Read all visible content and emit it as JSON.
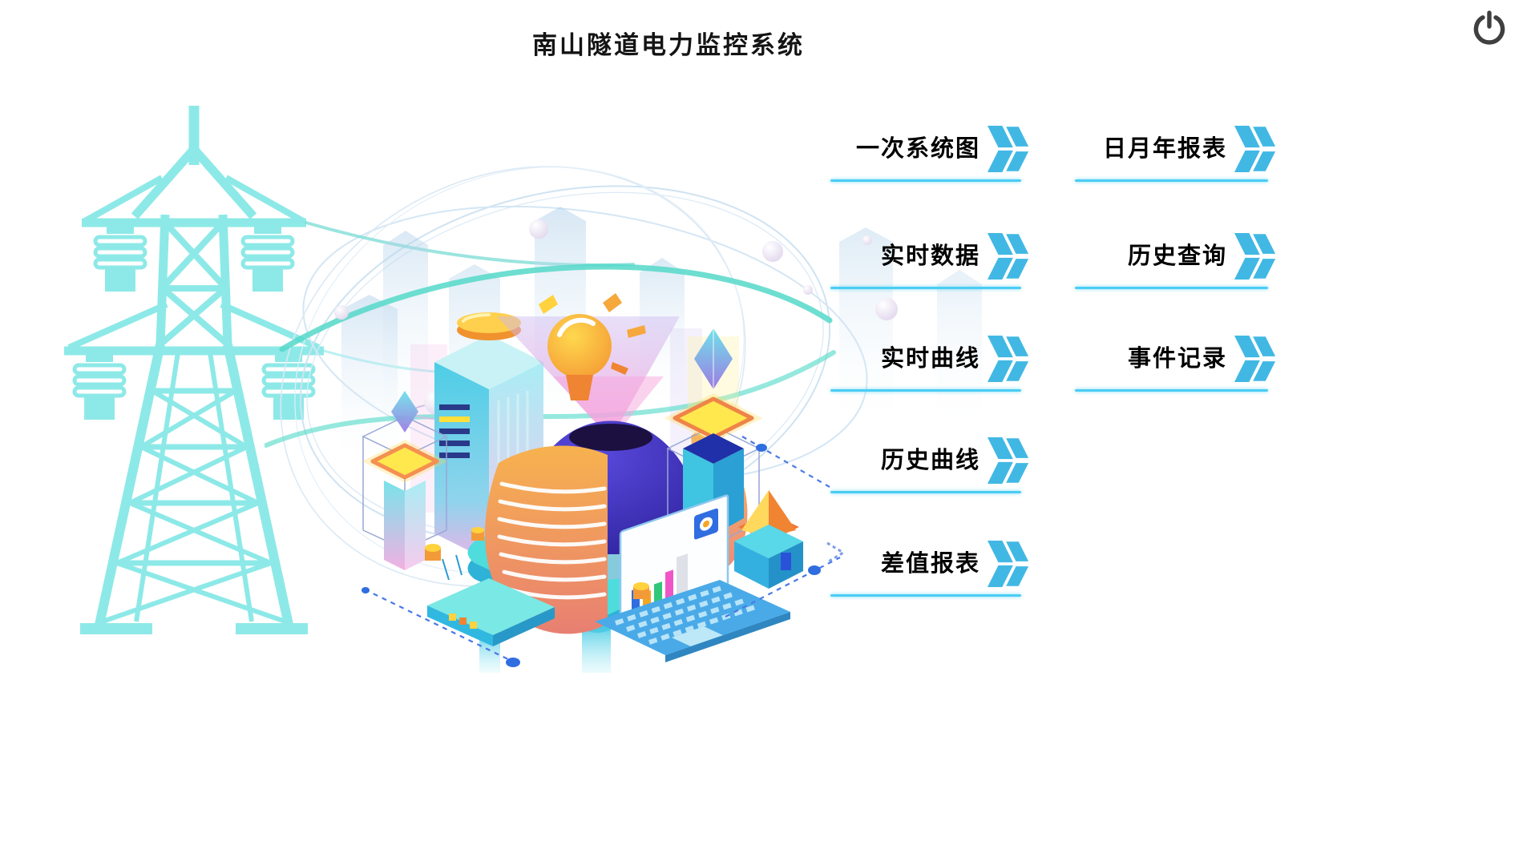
{
  "app": {
    "title": "南山隧道电力监控系统"
  },
  "header": {
    "power_icon": "power-icon"
  },
  "theme": {
    "arrow_color": "#41b8e4",
    "underline_color": "#4acdf3",
    "tower_color": "#8de9e7",
    "power_color": "#3f3f3f",
    "text_color": "#000000",
    "bg_color": "#ffffff"
  },
  "menu": {
    "arrow_icon": "double-chevron-right-icon",
    "columns": [
      {
        "items": [
          {
            "id": "primary-system-diagram",
            "label": "一次系统图"
          },
          {
            "id": "realtime-data",
            "label": "实时数据"
          },
          {
            "id": "realtime-curve",
            "label": "实时曲线"
          },
          {
            "id": "history-curve",
            "label": "历史曲线"
          },
          {
            "id": "difference-report",
            "label": "差值报表"
          }
        ]
      },
      {
        "items": [
          {
            "id": "daily-monthly-yearly-report",
            "label": "日月年报表"
          },
          {
            "id": "history-query",
            "label": "历史查询"
          },
          {
            "id": "event-record",
            "label": "事件记录"
          }
        ]
      }
    ]
  },
  "illustration": {
    "left": "transmission-tower-illustration",
    "center": "smart-city-isometric-illustration"
  }
}
